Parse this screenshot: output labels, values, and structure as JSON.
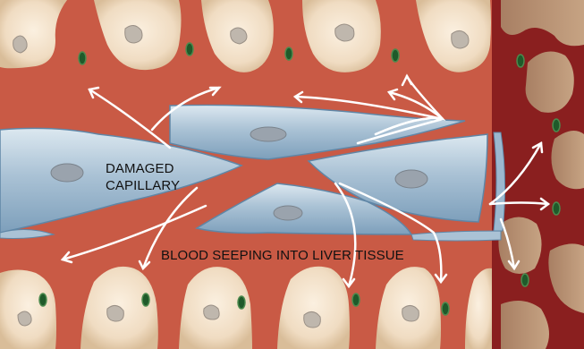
{
  "labels": {
    "damaged_line1": "DAMAGED",
    "damaged_line2": "CAPILLARY",
    "seeping": "BLOOD SEEPING INTO LIVER TISSUE"
  },
  "colors": {
    "liver_cell": "#f4e1c8",
    "liver_cell_edge": "#c9ad8a",
    "blood_tissue": "#c95a45",
    "capillary_fill": "#a9c3d6",
    "capillary_edge": "#5f86a6",
    "nucleus": "#bfb7ad",
    "green_cell": "#1f5a2a",
    "dark_blood": "#8a1f1f",
    "right_tissue": "#b8977a",
    "arrow": "#ffffff"
  }
}
